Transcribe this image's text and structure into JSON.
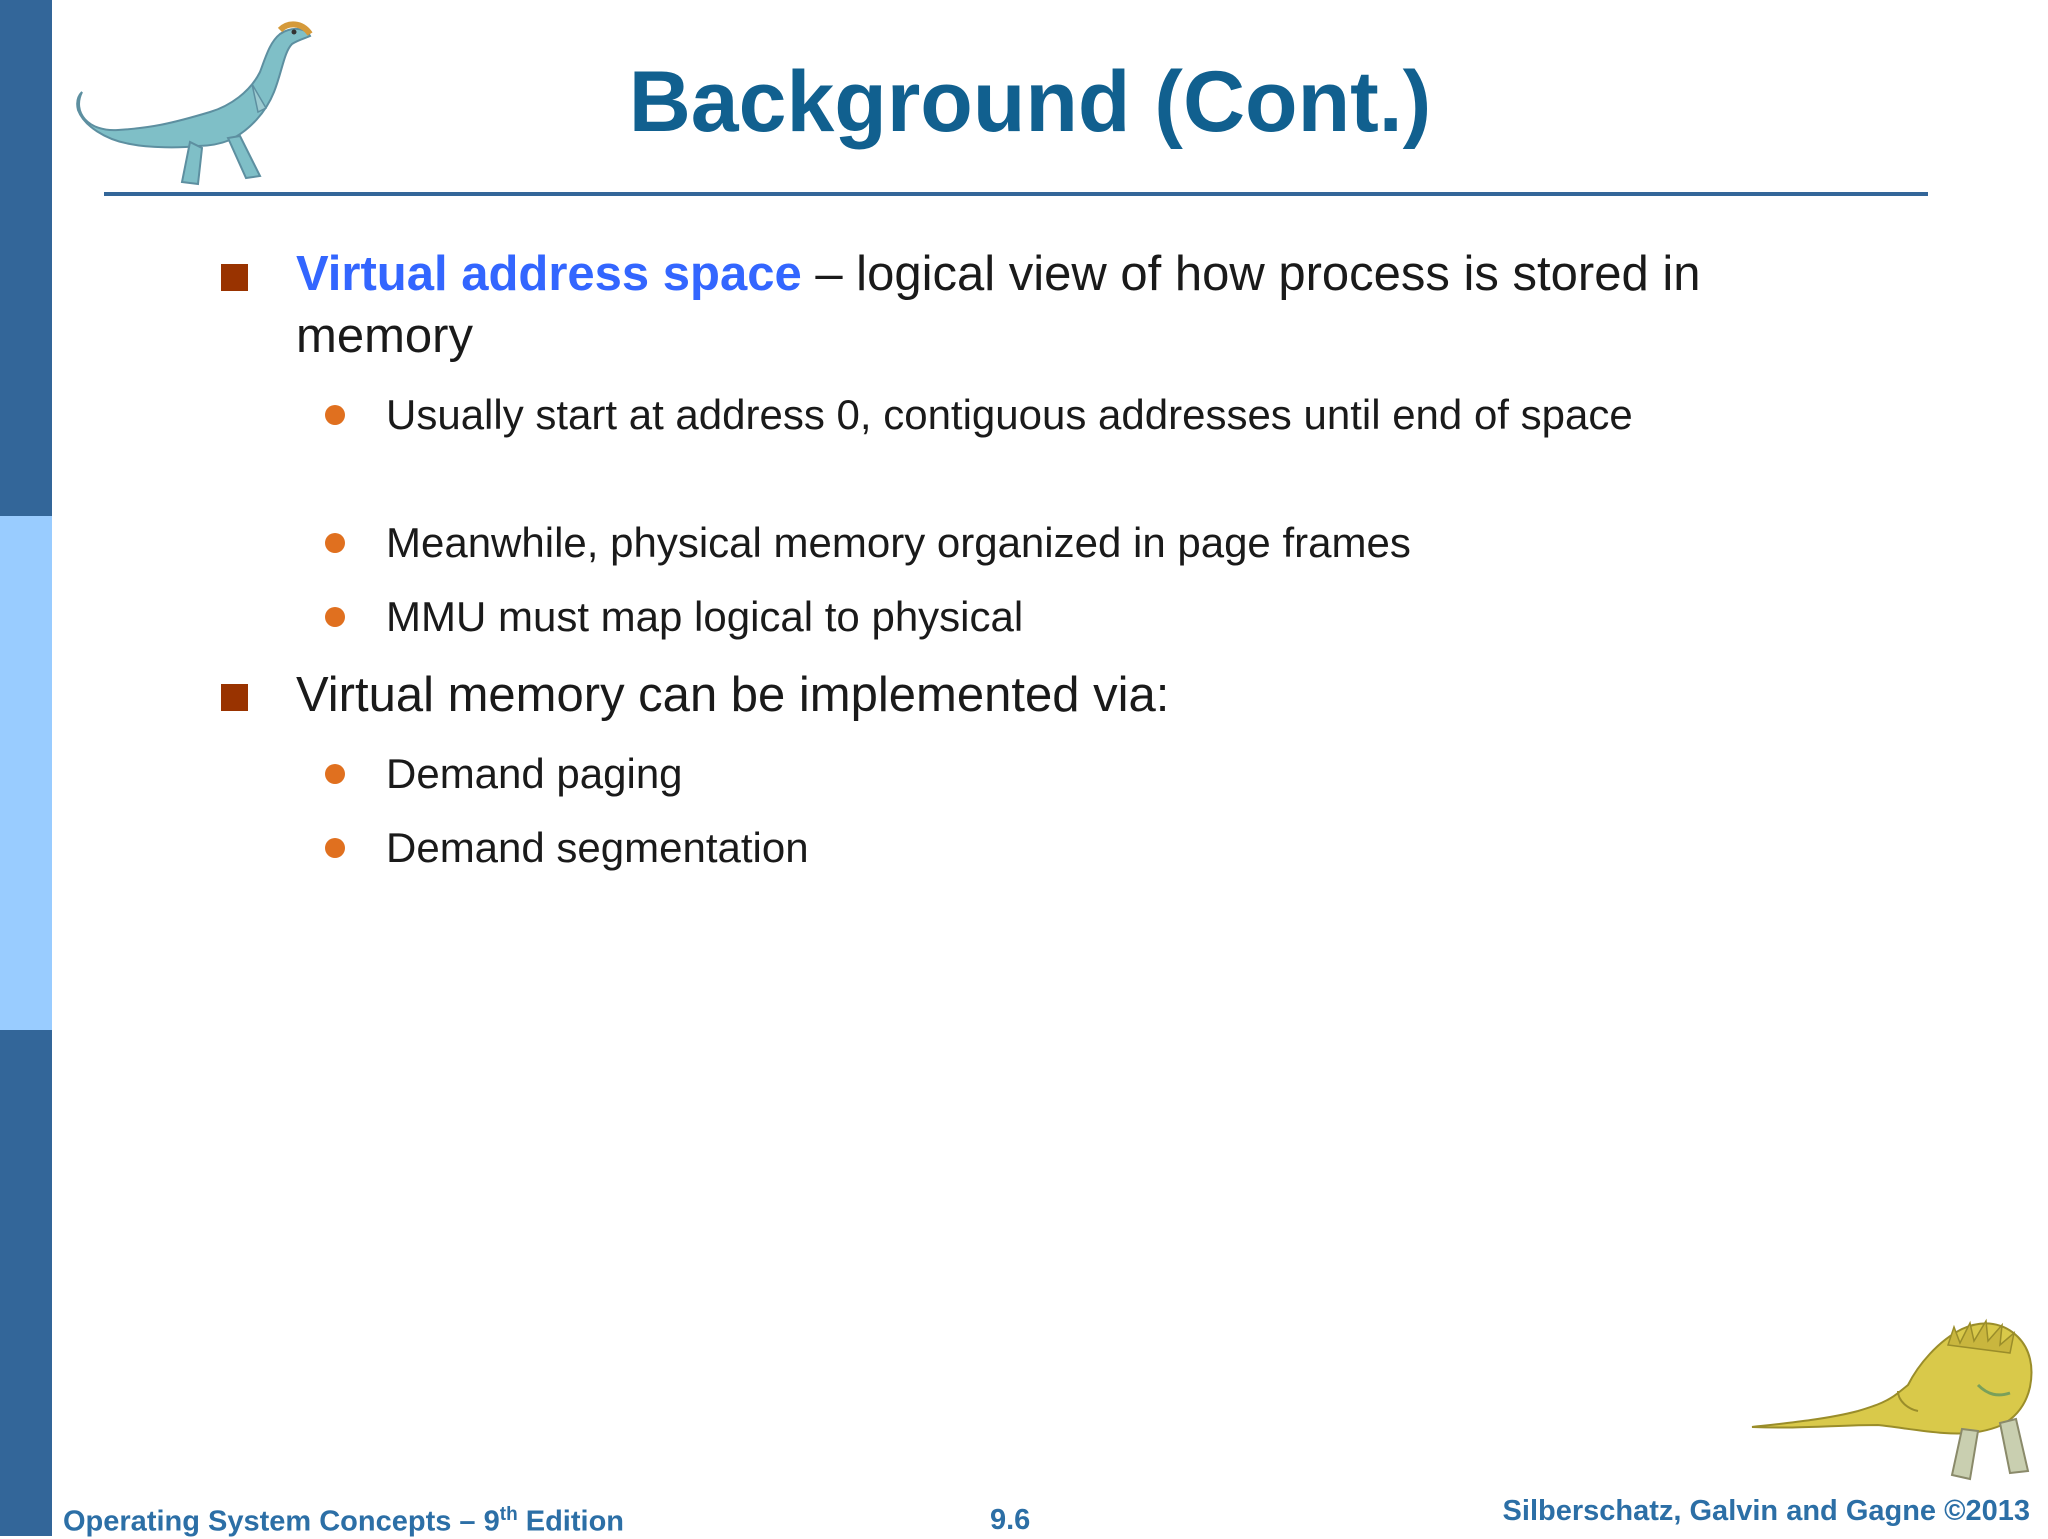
{
  "slide": {
    "title": "Background (Cont.)",
    "bullets": [
      {
        "highlight": "Virtual address space",
        "text": " – logical view of how process is stored in memory",
        "sub_bullets": [
          "Usually start at address 0, contiguous addresses until end of space",
          "Meanwhile, physical memory organized in page frames",
          "MMU must map logical to physical"
        ]
      },
      {
        "text": "Virtual memory can be implemented via:",
        "sub_bullets": [
          "Demand paging",
          "Demand segmentation"
        ]
      }
    ]
  },
  "footer": {
    "book_prefix": "Operating System Concepts – 9",
    "book_sup": "th",
    "book_suffix": " Edition",
    "page_number": "9.6",
    "copyright": "Silberschatz, Galvin and Gagne ©2013"
  },
  "colors": {
    "title": "#11608f",
    "rule": "#336699",
    "highlight": "#3366ff",
    "l1_marker": "#993300",
    "l2_marker": "#e0701f",
    "footer": "#2c6fa6",
    "sidebar_dark": "#336699",
    "sidebar_light": "#99ccff"
  },
  "icons": {
    "top_logo": "dinosaur-icon",
    "bottom_logo": "dinosaur-icon"
  }
}
